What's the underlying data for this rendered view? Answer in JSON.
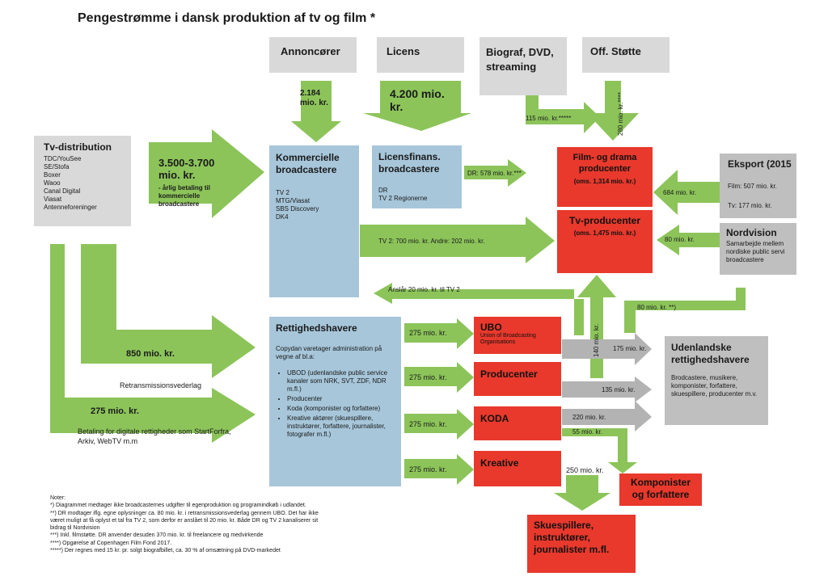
{
  "title": "Pengestrømme i dansk produktion af tv og film *",
  "sources": {
    "annoncorer": "Annoncører",
    "licens": "Licens",
    "biograf": "Biograf, DVD, streaming",
    "offstotte": "Off. Støtte"
  },
  "tv_distribution": {
    "title": "Tv-distribution",
    "items": [
      "TDC/YouSee",
      "SE/Stofa",
      "Boxer",
      "Waoo",
      "Canal Digital",
      "Viasat",
      "Antenneforeninger"
    ]
  },
  "kommercielle": {
    "title": "Kommercielle broadcastere",
    "items": [
      "TV 2",
      "MTG/Viasat",
      "SBS Discovery",
      "DK4"
    ]
  },
  "licensfinans": {
    "title": "Licensfinans. broadcastere",
    "items": [
      "DR",
      "TV 2 Regionerne"
    ]
  },
  "film_drama": {
    "title": "Film- og drama producenter",
    "sub": "(oms. 1,314 mio. kr.)"
  },
  "tv_producenter": {
    "title": "Tv-producenter",
    "sub": "(oms. 1,475 mio. kr.)"
  },
  "eksport": {
    "title": "Eksport (2015",
    "film": "Film: 507 mio. kr.",
    "tv": "Tv: 177 mio. kr."
  },
  "nordvision": {
    "title": "Nordvision",
    "text": "Samarbejde mellem nordiske public servi broadcastere"
  },
  "rettighedshavere": {
    "title": "Rettighedshavere",
    "intro": "Copydan varetager administration på vegne af bl.a:",
    "items": [
      "UBOD (udenlandske public service kanaler som NRK, SVT, ZDF, NDR m.fl.)",
      "Producenter",
      "Koda (komponister og forfattere)",
      "Kreative aktører (skuespillere, instruktører, forfattere, journalister, fotografer m.fl.)"
    ]
  },
  "ubo": {
    "title": "UBO",
    "sub": "Union of Broadcasting Organisations"
  },
  "producenter": {
    "title": "Producenter"
  },
  "koda": {
    "title": "KODA"
  },
  "kreative": {
    "title": "Kreative"
  },
  "udenlandske": {
    "title": "Udenlandske rettighedshavere",
    "text": "Brodcastere, musikere, komponister, forfattere, skuespillere, producenter m.v."
  },
  "komponister": {
    "title": "Komponister og forfattere"
  },
  "skuespillere": {
    "title": "Skuespillere, instruktører, journalister m.fl."
  },
  "flows": {
    "annonc_amount": "2.184 mio. kr.",
    "licens_amount": "4.200 mio. kr.",
    "biograf_amount": "115 mio. kr.*****",
    "stotte_amount": "280 mio. kr.****",
    "distrib_amount": "3.500-3.700 mio. kr.",
    "distrib_note": "- årlig betaling til kommercielle broadcastere",
    "dr_amount": "DR: 578 mio. kr.***",
    "tv2_amount": "TV 2: 700 mio. kr. Andre: 202 mio. kr.",
    "eksport_amount": "684 mio. kr.",
    "nordvision_amount": "80 mio. kr.",
    "anslaar": "Anslår 20 mio. kr. til TV 2",
    "retrans_amount": "850 mio. kr.",
    "retrans_label": "Retransmissionsvederlag",
    "digital_amount": "275 mio. kr.",
    "digital_label": "Betaling for digitale rettigheder som StartForfra, Arkiv, WebTV m.m",
    "ubo_amount": "275 mio. kr.",
    "prod_amount": "275 mio. kr.",
    "koda_amount": "275 mio. kr.",
    "kreative_amount": "275 mio. kr.",
    "nv80": "80 mio. kr. **)",
    "up140": "140 mio. kr.",
    "f175": "175 mio. kr.",
    "f135": "135 mio. kr.",
    "f220": "220 mio. kr.",
    "f55": "55 mio. kr.",
    "f250": "250 mio. kr."
  },
  "notes": {
    "heading": "Noter:",
    "lines": [
      "*) Diagrammet medtager ikke broadcasternes udgifter til egenproduktion og programindkøb i udlandet.",
      "**) DR modtager iflg. egne oplysninger ca. 80 mio. kr. i retransmissionsvederlag gennem UBO. Det har ikke",
      "været muligt at få oplyst et tal fra TV 2, som derfor er anslået til 20 mio. kr. Både DR og TV 2 kanaliserer sit",
      "bidrag til Nordvision",
      "***) Inkl. filmstøtte. DR anvender desuden 370 mio. kr. til freelancere og medvirkende",
      "****) Opgørelse af Copenhagen Film Fond 2017.",
      "*****) Der regnes med 15 kr. pr. solgt biografbillet, ca. 30 % af omsætning på DVD-markedet"
    ]
  },
  "colors": {
    "green": "#8cc45a",
    "gray_arrow": "#b3b3b3",
    "red": "#e8392c",
    "blue": "#a7c6da",
    "gray": "#d9d9d9"
  }
}
